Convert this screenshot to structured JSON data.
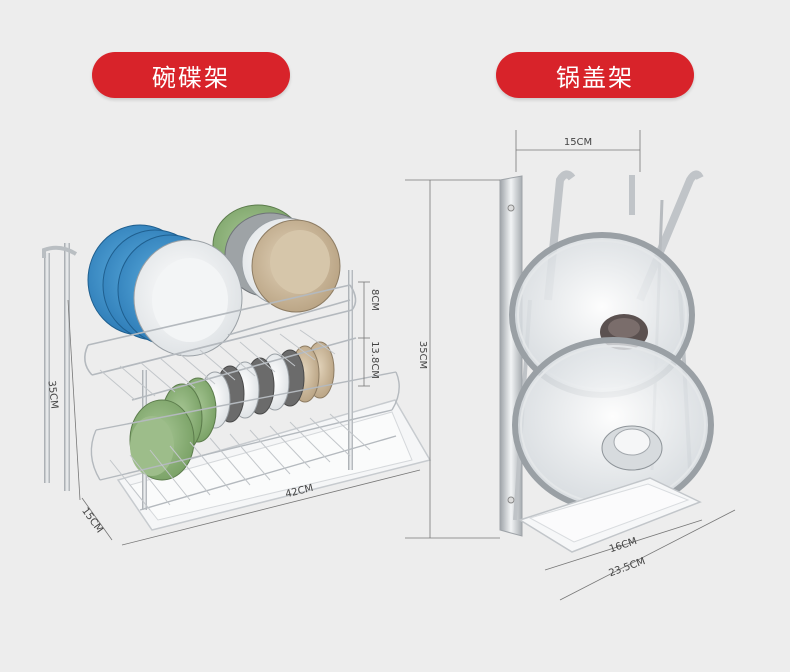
{
  "left_product": {
    "title": "碗碟架",
    "dims": {
      "height": "35CM",
      "depth": "15CM",
      "width": "42CM",
      "top_gap": "8CM",
      "tier_gap": "13.8CM"
    }
  },
  "right_product": {
    "title": "锅盖架",
    "dims": {
      "top_width": "15CM",
      "height": "35CM",
      "tray_width": "16CM",
      "base_width": "23.5CM"
    }
  },
  "colors": {
    "accent": "#d8232a",
    "plate_blue": "#3b8fc7",
    "plate_green": "#8fb27c",
    "plate_tan": "#c9b79a",
    "steel": "#c4c8cc"
  }
}
